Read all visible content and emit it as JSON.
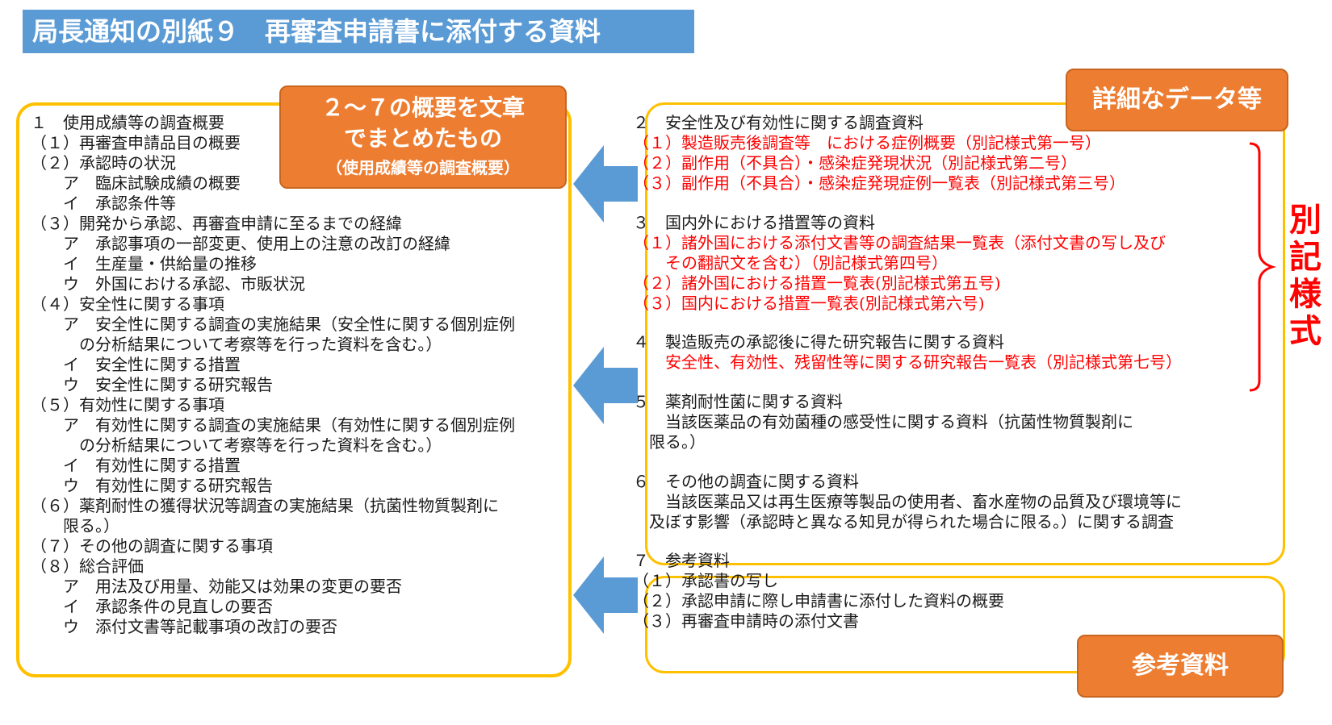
{
  "title": "局長通知の別紙９　再審査申請書に添付する資料",
  "labels": {
    "summary_line1": "２～７の概要を文章",
    "summary_line2": "でまとめたもの",
    "summary_line3": "（使用成績等の調査概要）",
    "detail": "詳細なデータ等",
    "reference": "参考資料",
    "bekki": "別記様式"
  },
  "left_box": [
    "１　使用成績等の調査概要",
    "（１）再審査申請品目の概要",
    "（２）承認時の状況",
    "　　ア　臨床試験成績の概要",
    "　　イ　承認条件等",
    "（３）開発から承認、再審査申請に至るまでの経緯",
    "　　ア　承認事項の一部変更、使用上の注意の改訂の経緯",
    "　　イ　生産量・供給量の推移",
    "　　ウ　外国における承認、市販状況",
    "（４）安全性に関する事項",
    "　　ア　安全性に関する調査の実施結果（安全性に関する個別症例",
    "　　　の分析結果について考察等を行った資料を含む。）",
    "　　イ　安全性に関する措置",
    "　　ウ　安全性に関する研究報告",
    "（５）有効性に関する事項",
    "　　ア　有効性に関する調査の実施結果（有効性に関する個別症例",
    "　　　の分析結果について考察等を行った資料を含む。）",
    "　　イ　有効性に関する措置",
    "　　ウ　有効性に関する研究報告",
    "（６）薬剤耐性の獲得状況等調査の実施結果（抗菌性物質製剤に",
    "　　限る。）",
    "（７）その他の調査に関する事項",
    "（８）総合評価",
    "　　ア　用法及び用量、効能又は効果の変更の要否",
    "　　イ　承認条件の見直しの要否",
    "　　ウ　添付文書等記載事項の改訂の要否"
  ],
  "right_box_main": [
    {
      "text": "２　安全性及び有効性に関する調査資料",
      "red": false
    },
    {
      "text": "（１）製造販売後調査等　における症例概要（別記様式第一号）",
      "red": true
    },
    {
      "text": "（２）副作用（不具合）・感染症発現状況（別記様式第二号）",
      "red": true
    },
    {
      "text": "（３）副作用（不具合）・感染症発現症例一覧表（別記様式第三号）",
      "red": true
    },
    {
      "text": "３　国内外における措置等の資料",
      "red": false
    },
    {
      "text": "（１）諸外国における添付文書等の調査結果一覧表（添付文書の写し及び",
      "red": true
    },
    {
      "text": "　　その翻訳文を含む）（別記様式第四号）",
      "red": true
    },
    {
      "text": "（２）諸外国における措置一覧表(別記様式第五号)",
      "red": true
    },
    {
      "text": "（３）国内における措置一覧表(別記様式第六号)",
      "red": true
    },
    {
      "text": "４　製造販売の承認後に得た研究報告に関する資料",
      "red": false
    },
    {
      "text": "　　安全性、有効性、残留性等に関する研究報告一覧表（別記様式第七号）",
      "red": true
    },
    {
      "text": "５　薬剤耐性菌に関する資料",
      "red": false
    },
    {
      "text": "　　当該医薬品の有効菌種の感受性に関する資料（抗菌性物質製剤に",
      "red": false
    },
    {
      "text": "　限る。）",
      "red": false
    },
    {
      "text": "６　その他の調査に関する資料",
      "red": false
    },
    {
      "text": "　　当該医薬品又は再生医療等製品の使用者、畜水産物の品質及び環境等に",
      "red": false
    },
    {
      "text": "　及ぼす影響（承認時と異なる知見が得られた場合に限る。）に関する調査",
      "red": false
    }
  ],
  "right_box_ref": [
    "７　参考資料",
    "（１）承認書の写し",
    "（２）承認申請に際し申請書に添付した資料の概要",
    "（３）再審査申請時の添付文書"
  ],
  "colors": {
    "title_bg": "#5b9bd5",
    "box_border": "#ffc000",
    "label_bg": "#ed7d31",
    "arrow": "#5b9bd5",
    "red_text": "#ff0000"
  }
}
